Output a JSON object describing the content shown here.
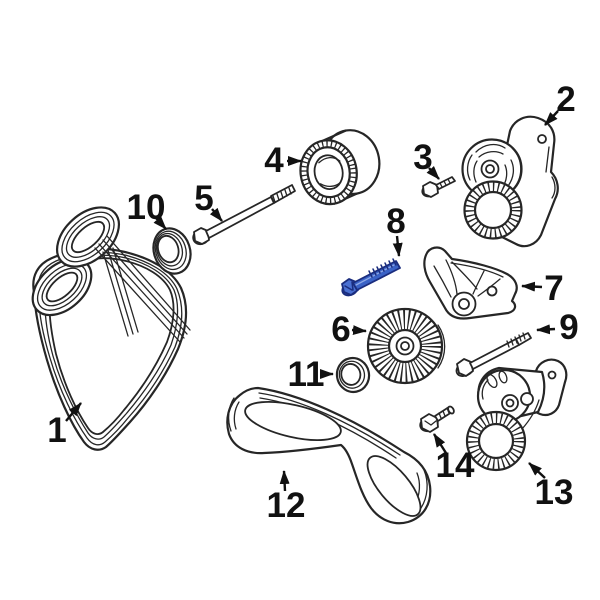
{
  "diagram": {
    "background_color": "#ffffff",
    "line_color": "#262626",
    "text_color": "#111111",
    "highlight_color": "#3a62c6",
    "highlighted_callout": "8",
    "callouts": [
      {
        "label": "1"
      },
      {
        "label": "2"
      },
      {
        "label": "3"
      },
      {
        "label": "4"
      },
      {
        "label": "5"
      },
      {
        "label": "6"
      },
      {
        "label": "7"
      },
      {
        "label": "8"
      },
      {
        "label": "9"
      },
      {
        "label": "10"
      },
      {
        "label": "11"
      },
      {
        "label": "12"
      },
      {
        "label": "13"
      },
      {
        "label": "14"
      }
    ]
  }
}
